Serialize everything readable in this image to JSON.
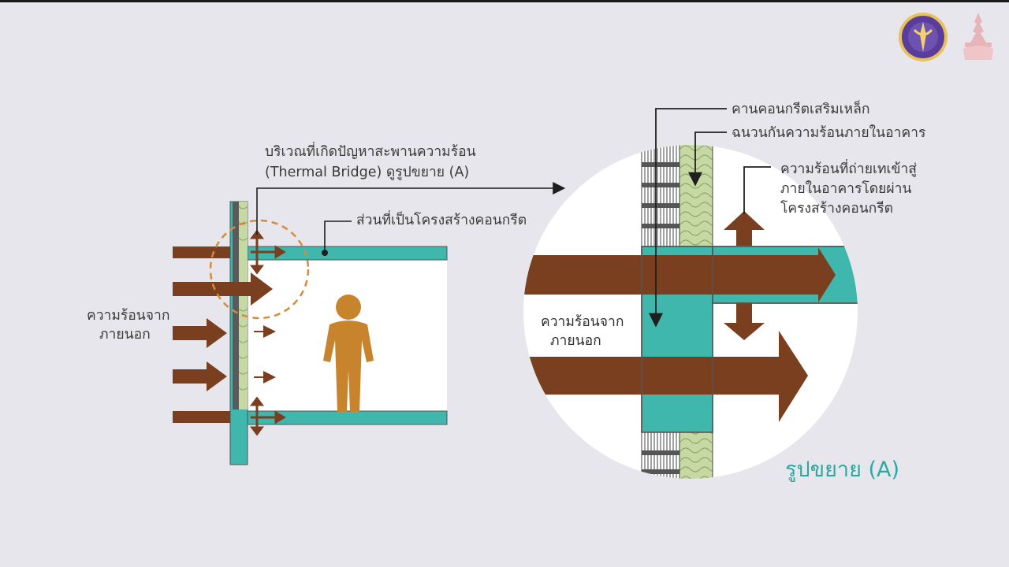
{
  "colors": {
    "background": "#e6e6ec",
    "concrete": "#3fb7ad",
    "heat_arrow": "#7a3f1f",
    "person": "#c7842c",
    "insulation": "#c7d9a2",
    "dashed_circle": "#d88a3a",
    "caption": "#2aa9a1"
  },
  "logos": {
    "left": {
      "icon": "university-seal-icon"
    },
    "right": {
      "icon": "chulalongkorn-crest-icon"
    }
  },
  "left_diagram": {
    "thermal_bridge_label_line1": "บริเวณที่เกิดปัญหาสะพานความร้อน",
    "thermal_bridge_label_line2": "(Thermal Bridge) ดูรูปขยาย (A)",
    "concrete_structure_label": "ส่วนที่เป็นโครงสร้างคอนกรีต",
    "outside_heat_line1": "ความร้อนจาก",
    "outside_heat_line2": "ภายนอก"
  },
  "right_diagram": {
    "beam_label": "คานคอนกรีตเสริมเหล็ก",
    "insulation_label": "ฉนวนกันความร้อนภายในอาคาร",
    "heat_transfer_line1": "ความร้อนที่ถ่ายเทเข้าสู่",
    "heat_transfer_line2": "ภายในอาคารโดยผ่าน",
    "heat_transfer_line3": "โครงสร้างคอนกรีต",
    "outside_heat_line1": "ความร้อนจาก",
    "outside_heat_line2": "ภายนอก",
    "caption": "รูปขยาย (A)"
  }
}
